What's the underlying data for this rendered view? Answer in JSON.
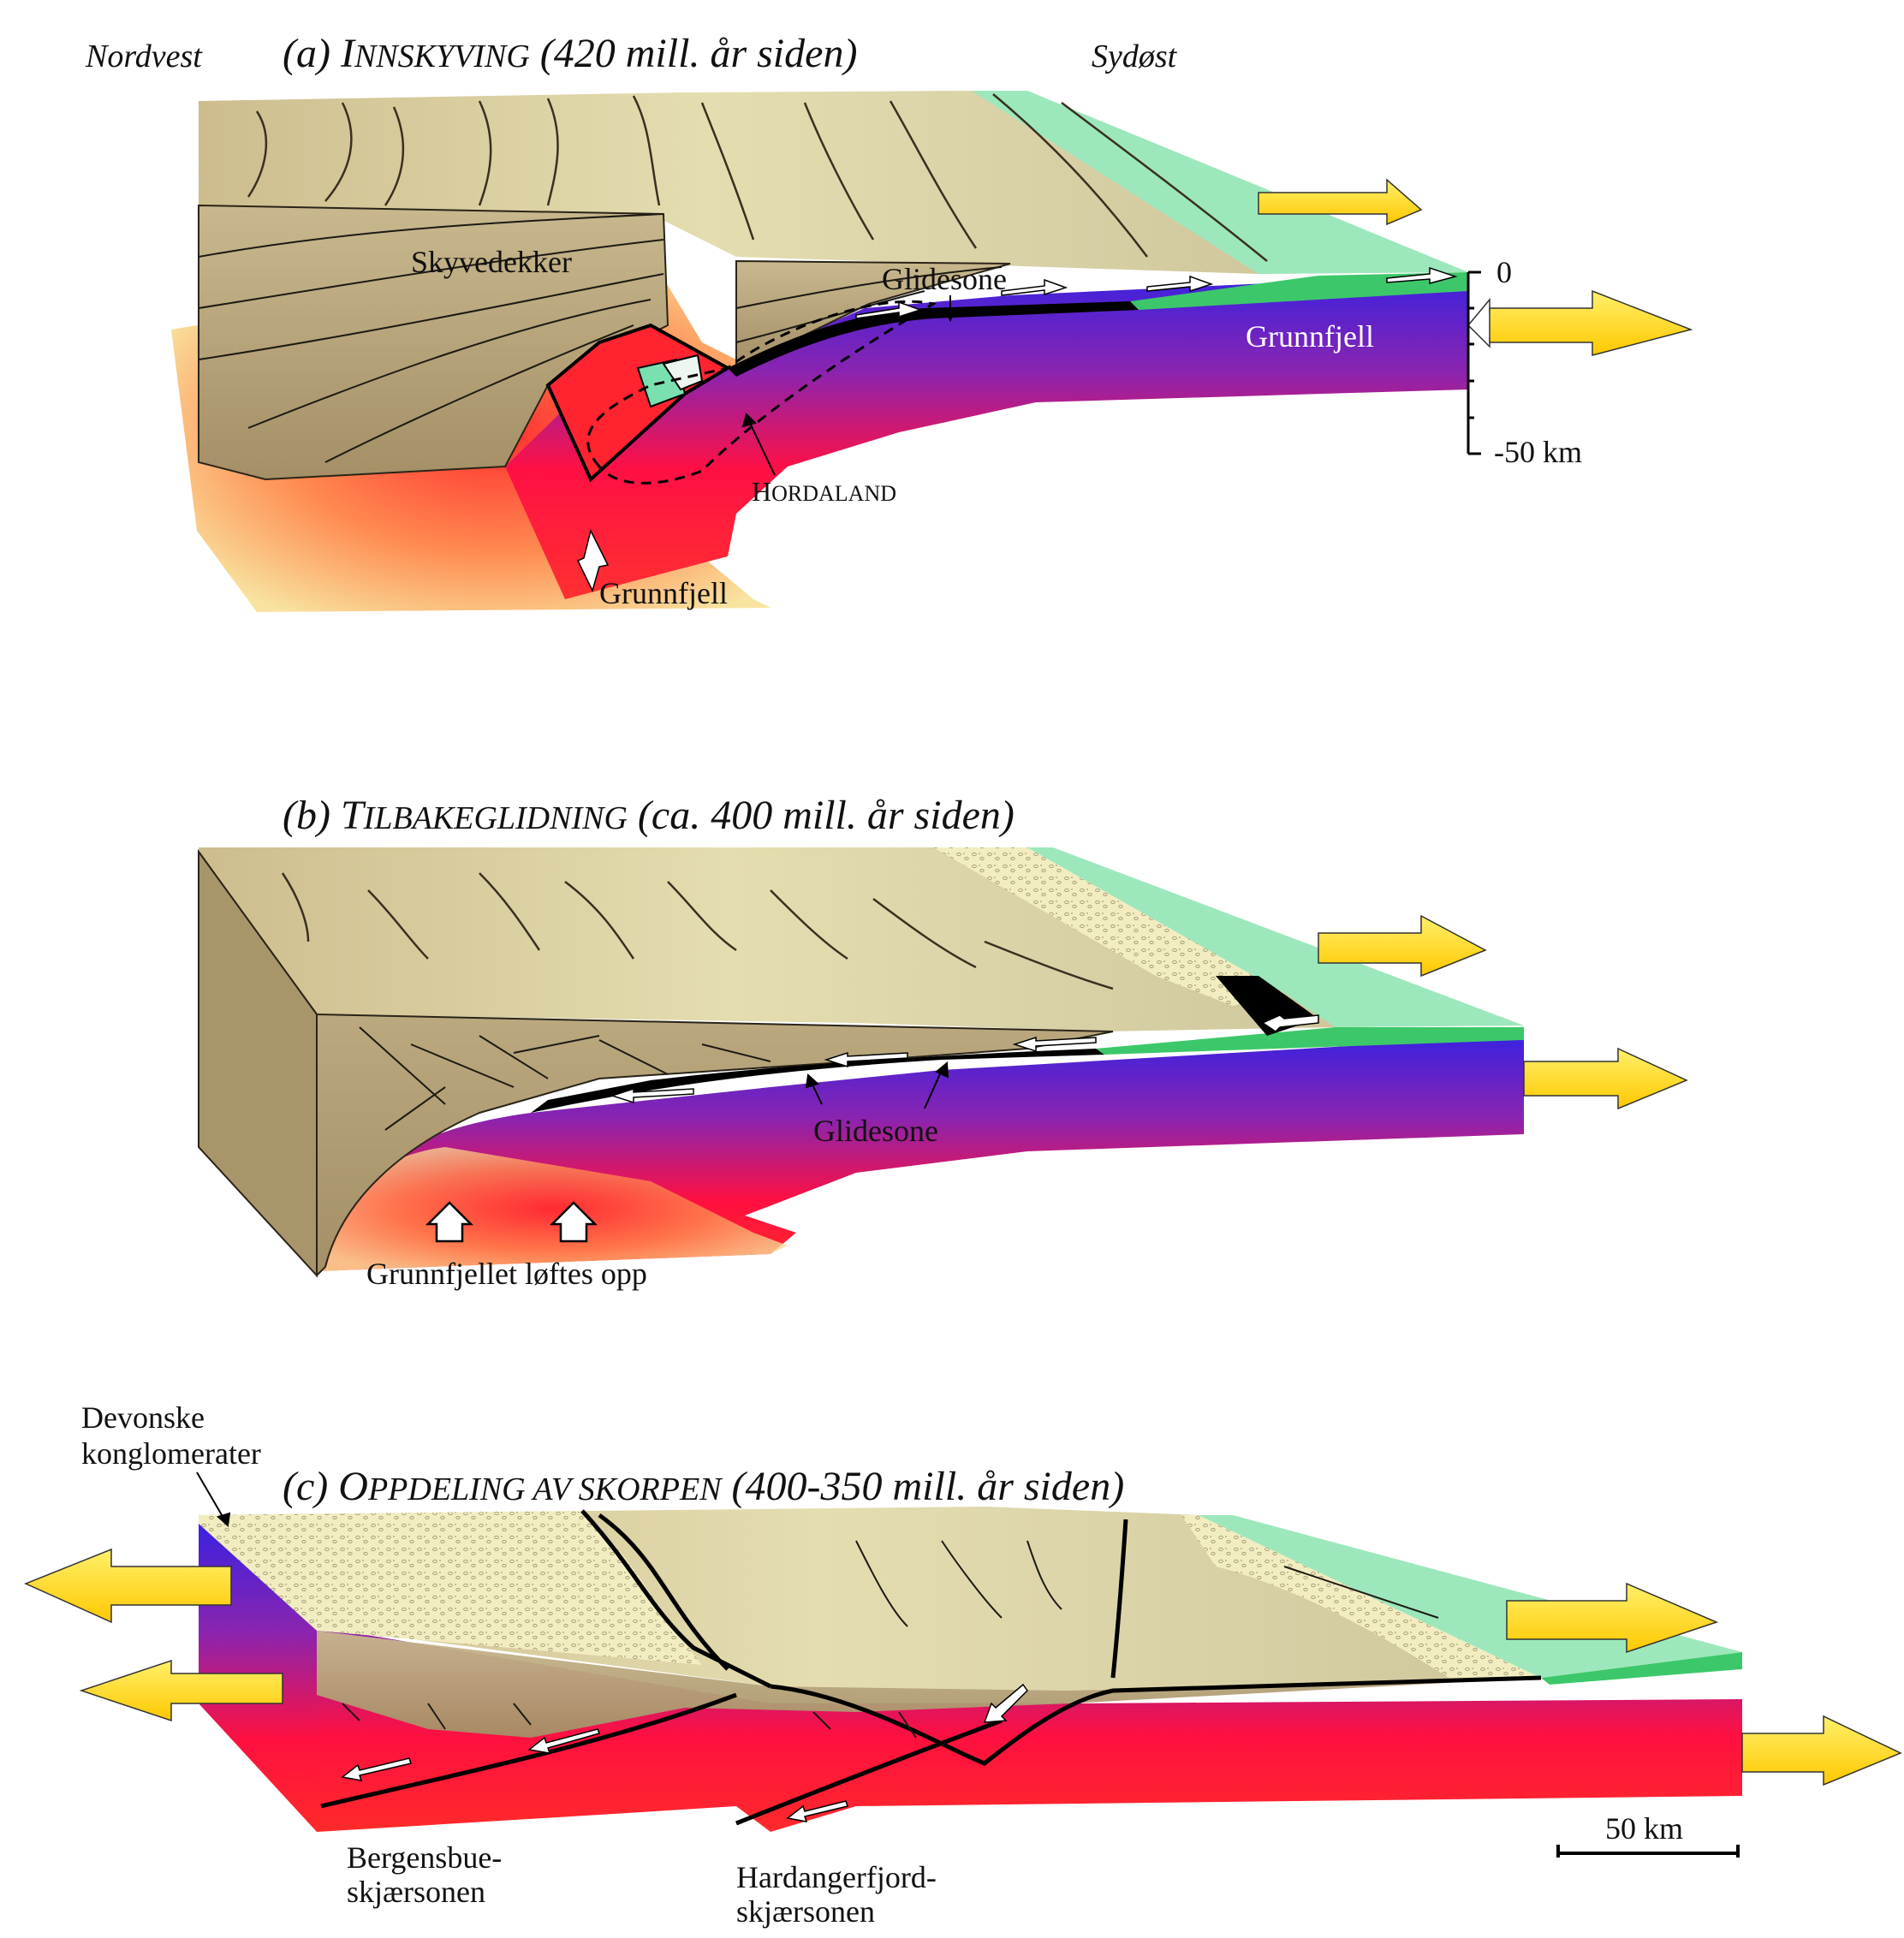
{
  "panel_a": {
    "direction_left": "Nordvest",
    "direction_right": "Sydøst",
    "title_prefix": "(a) ",
    "title_first_letter": "I",
    "title_rest": "NNSKYVING",
    "title_suffix": " (420 mill. år siden)",
    "label_nappes": "Skyvedekker",
    "label_glide_zone": "Glidesone",
    "label_basement_right": "Grunnfjell",
    "label_basement_bottom": "Grunnfjell",
    "label_region_first": "H",
    "label_region_rest": "ORDALAND",
    "depth_top": "0",
    "depth_bottom": "-50 km"
  },
  "panel_b": {
    "title_prefix": "(b) ",
    "title_first_letter": "T",
    "title_rest": "ILBAKEGLIDNING",
    "title_suffix": " (ca. 400 mill. år siden)",
    "label_glide_zone": "Glidesone",
    "label_uplift": "Grunnfjellet løftes opp"
  },
  "panel_c": {
    "title_prefix": "(c) ",
    "title_first_letter_1": "O",
    "title_rest_1": "PPDELING AV SKORPEN",
    "title_suffix": " (400-350 mill. år siden)",
    "label_devonian_line1": "Devonske",
    "label_devonian_line2": "konglomerater",
    "label_bergen_line1": "Bergensbue-",
    "label_bergen_line2": "skjærsonen",
    "label_hardanger_line1": "Hardangerfjord-",
    "label_hardanger_line2": "skjærsonen",
    "scale_label": "50 km"
  },
  "colors": {
    "nappe_tan": "#c8b88a",
    "nappe_side": "#a8966a",
    "basement_top": "#6a2ad8",
    "basement_bottom": "#ff2030",
    "basement_glow": "#f4d880",
    "green_surface": "#98e6b8",
    "green_edge": "#38c868",
    "conglomerate": "#f0ecb8",
    "arrow_yellow": "#ffd800"
  }
}
